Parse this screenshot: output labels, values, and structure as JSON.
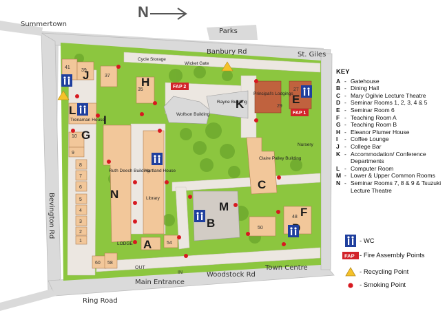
{
  "compass": {
    "north_label": "N"
  },
  "roads": {
    "summertown": "Summertown",
    "parks": "Parks",
    "banbury_rd": "Banbury Rd",
    "st_giles": "St. Giles",
    "bevington_rd": "Bevington Rd",
    "ring_road": "Ring Road",
    "main_entrance": "Main Entrance",
    "woodstock_rd": "Woodstock Rd",
    "town_centre": "Town Centre",
    "out": "OUT",
    "in": "IN"
  },
  "map_labels": {
    "cycle_storage": "Cycle Storage",
    "wicket_gate": "Wicket Gate",
    "fap1": "FAP 1",
    "fap2": "FAP 2",
    "wolfson": "Wolfson Building",
    "rayne": "Rayne Building",
    "principals": "Principal's Lodgings",
    "nursery": "Nursery",
    "claire_palley": "Claire Palley Building",
    "trenaman": "Trenaman House",
    "ruth_deech": "Ruth Deech Building",
    "hartland": "Hartland House",
    "library": "Library",
    "lodge": "LODGE"
  },
  "letters": {
    "A": "A",
    "B": "B",
    "C": "C",
    "D": "D",
    "E": "E",
    "F": "F",
    "G": "G",
    "H": "H",
    "I": "I",
    "J": "J",
    "K": "K",
    "L": "L",
    "M": "M",
    "N": "N"
  },
  "building_numbers": {
    "n41": "41",
    "n39": "39",
    "n37": "37",
    "n35": "35",
    "n27": "27",
    "n29": "29",
    "n10": "10",
    "n9": "9",
    "n8": "8",
    "n7": "7",
    "n6": "6",
    "n5": "5",
    "n4": "4",
    "n3": "3",
    "n2": "2",
    "n1": "1",
    "n54": "54",
    "n50": "50",
    "n48": "48",
    "n60": "60",
    "n58": "58"
  },
  "key": {
    "title": "KEY",
    "items": [
      {
        "code": "A",
        "text": "Gatehouse"
      },
      {
        "code": "B",
        "text": "Dining Hall"
      },
      {
        "code": "C",
        "text": "Mary Ogilvie Lecture Theatre"
      },
      {
        "code": "D",
        "text": "Seminar Rooms 1, 2, 3, 4 & 5"
      },
      {
        "code": "E",
        "text": "Seminar Room 6"
      },
      {
        "code": "F",
        "text": "Teaching Room A"
      },
      {
        "code": "G",
        "text": "Teaching Room B"
      },
      {
        "code": "H",
        "text": "Eleanor Plumer House"
      },
      {
        "code": "I",
        "text": "Coffee Lounge"
      },
      {
        "code": "J",
        "text": "College Bar"
      },
      {
        "code": "K",
        "text": "Accommodation/ Conference Departments"
      },
      {
        "code": "L",
        "text": "Computer Room"
      },
      {
        "code": "M",
        "text": "Lower & Upper Common Rooms"
      },
      {
        "code": "N",
        "text": "Seminar Rooms 7, 8 & 9 & Tsuzuki Lecture Theatre"
      }
    ]
  },
  "symbols": {
    "wc_label": "WC",
    "fap_icon_text": "FAP",
    "fap_label": "Fire Assembly Points",
    "recycling_label": "Recycling Point",
    "smoking_label": "Smoking Point"
  },
  "colors": {
    "grass": "#8cc63f",
    "path": "#e8e4df",
    "road": "#dcdcdc",
    "building": "#f2c79a",
    "brick": "#c0623e",
    "grey_building": "#d9d9d9",
    "wc_blue": "#1f3f9e",
    "fap_red": "#d2232a",
    "recycling": "#f5c22a",
    "smoking": "#d71920"
  }
}
